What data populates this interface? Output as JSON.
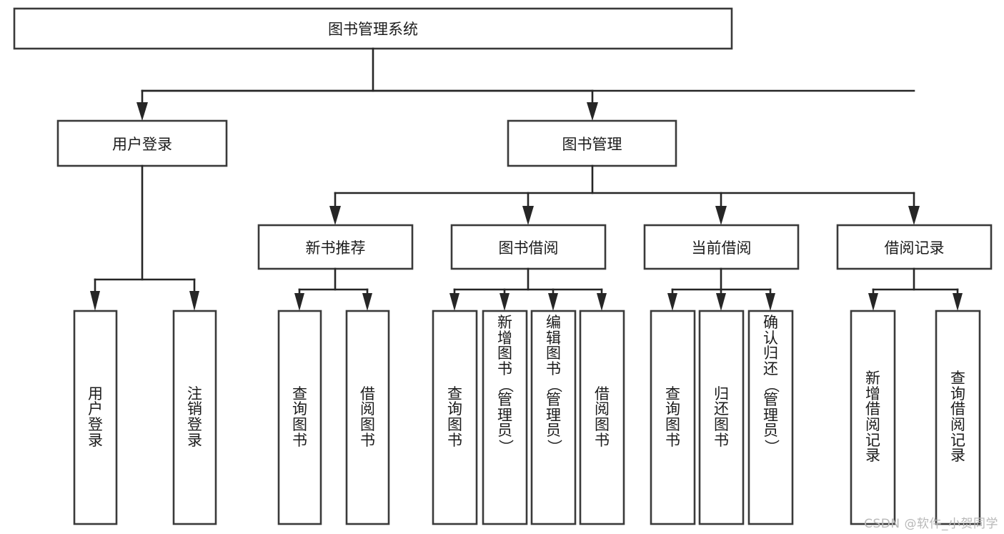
{
  "diagram": {
    "title_node": {
      "label": "图书管理系统",
      "orientation": "horizontal"
    },
    "level2": [
      {
        "label": "用户登录",
        "orientation": "horizontal"
      },
      {
        "label": "图书管理",
        "orientation": "horizontal"
      }
    ],
    "level3": [
      {
        "label": "新书推荐",
        "orientation": "horizontal"
      },
      {
        "label": "图书借阅",
        "orientation": "horizontal"
      },
      {
        "label": "当前借阅",
        "orientation": "horizontal"
      },
      {
        "label": "借阅记录",
        "orientation": "horizontal"
      }
    ],
    "leaves": {
      "user_login": [
        {
          "label": "用户登录",
          "orientation": "vertical"
        },
        {
          "label": "注销登录",
          "orientation": "vertical"
        }
      ],
      "new_book": [
        {
          "label": "查询图书",
          "orientation": "vertical"
        },
        {
          "label": "借阅图书",
          "orientation": "vertical"
        }
      ],
      "book_borrow": [
        {
          "label": "查询图书",
          "orientation": "vertical"
        },
        {
          "label": "新增图书（管理员）",
          "orientation": "vertical"
        },
        {
          "label": "编辑图书（管理员）",
          "orientation": "vertical"
        },
        {
          "label": "借阅图书",
          "orientation": "vertical"
        }
      ],
      "current_borrow": [
        {
          "label": "查询图书",
          "orientation": "vertical"
        },
        {
          "label": "归还图书",
          "orientation": "vertical"
        },
        {
          "label": "确认归还（管理员）",
          "orientation": "vertical"
        }
      ],
      "borrow_record": [
        {
          "label": "新增借阅记录",
          "orientation": "vertical"
        },
        {
          "label": "查询借阅记录",
          "orientation": "vertical"
        }
      ]
    }
  },
  "watermark": {
    "text": "CSDN @软件_小贺同学"
  },
  "colors": {
    "box_stroke": "#3a3a3a",
    "connector": "#262626",
    "box_fill": "#ffffff",
    "text": "#1b1b1b",
    "watermark": "#b8b8b8",
    "background": "#ffffff"
  }
}
